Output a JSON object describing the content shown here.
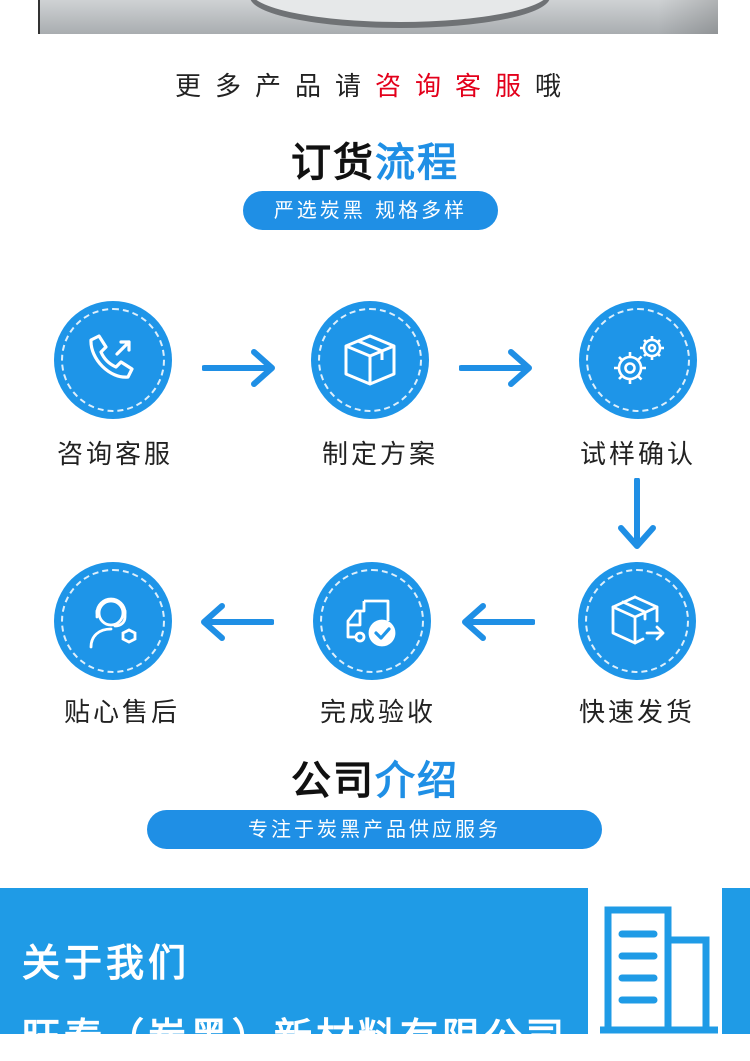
{
  "more": {
    "prefix": "更多产品请",
    "highlight": "咨询客服",
    "suffix": "哦"
  },
  "order": {
    "title_black": "订货",
    "title_blue": "流程",
    "subtitle": "严选炭黑 规格多样",
    "steps": [
      {
        "label": "咨询客服",
        "icon": "phone-icon"
      },
      {
        "label": "制定方案",
        "icon": "box-icon"
      },
      {
        "label": "试样确认",
        "icon": "gears-icon"
      },
      {
        "label": "快速发货",
        "icon": "shipping-box-icon"
      },
      {
        "label": "完成验收",
        "icon": "truck-check-icon"
      },
      {
        "label": "贴心售后",
        "icon": "headset-support-icon"
      }
    ]
  },
  "company": {
    "title_black": "公司",
    "title_blue": "介绍",
    "subtitle": "专注于炭黑产品供应服务"
  },
  "about": {
    "heading": "关于我们",
    "name": "旺泰（炭黑）新材料有限公司"
  },
  "colors": {
    "accent": "#1f8fe5",
    "highlight": "#e3001b",
    "panel": "#1f9be6"
  }
}
